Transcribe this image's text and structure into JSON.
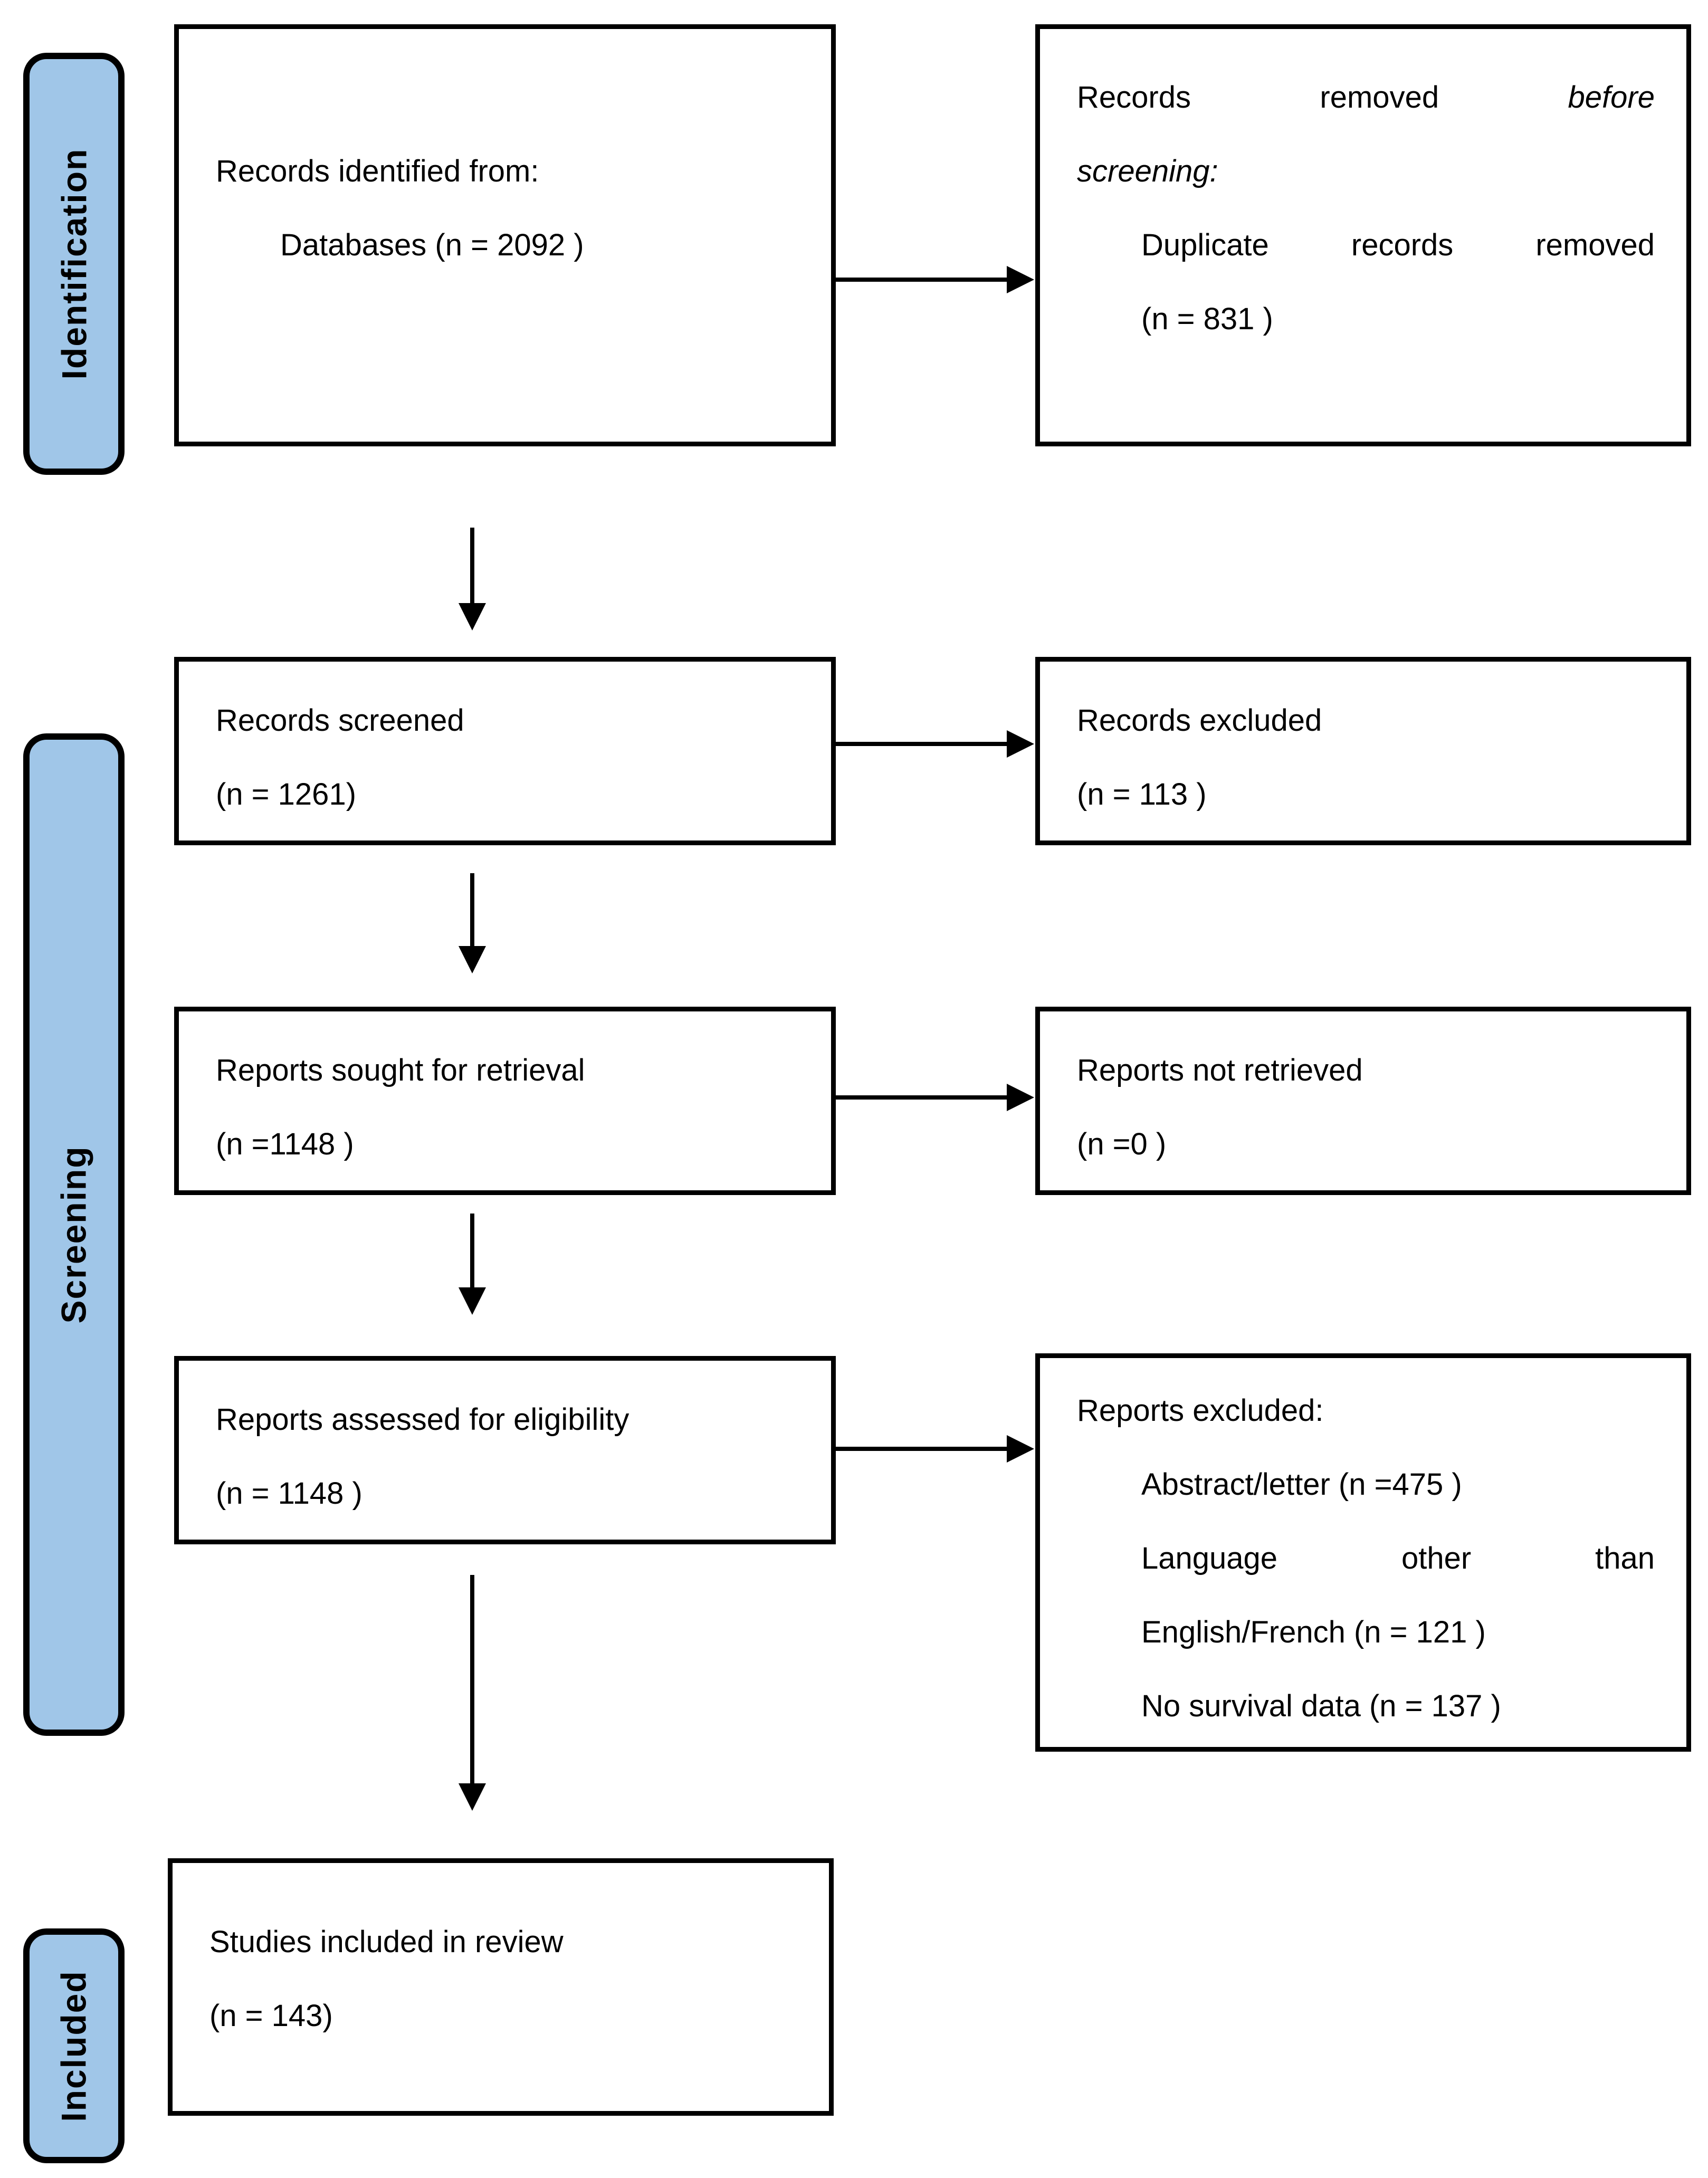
{
  "colors": {
    "stage_fill": "#A0C6E8",
    "border": "#000000",
    "box_fill": "#FFFFFF"
  },
  "stages": {
    "identification": "Identification",
    "screening": "Screening",
    "included": "Included"
  },
  "flow": {
    "records_identified": {
      "title": "Records identified from:",
      "detail": "Databases (n = 2092 )"
    },
    "records_removed": {
      "line1_words": [
        "Records",
        "removed",
        "before"
      ],
      "line2": "screening:",
      "line3_words": [
        "Duplicate",
        "records",
        "removed"
      ],
      "line4": "(n = 831 )"
    },
    "records_screened": {
      "title": "Records screened",
      "count": "(n = 1261)"
    },
    "records_excluded": {
      "title": "Records excluded",
      "count": "(n = 113 )"
    },
    "reports_sought": {
      "title": "Reports sought for retrieval",
      "count": "(n =1148 )"
    },
    "reports_not_retrieved": {
      "title": "Reports not retrieved",
      "count": "(n =0 )"
    },
    "reports_assessed": {
      "title": "Reports assessed for eligibility",
      "count": "(n = 1148 )"
    },
    "reports_excluded": {
      "title": "Reports excluded:",
      "item1": "Abstract/letter (n =475 )",
      "item2_words": [
        "Language",
        "other",
        "than"
      ],
      "item3": "English/French (n = 121 )",
      "item4": "No survival data (n = 137 )"
    },
    "studies_included": {
      "title": "Studies included in review",
      "count": "(n = 143)"
    }
  }
}
